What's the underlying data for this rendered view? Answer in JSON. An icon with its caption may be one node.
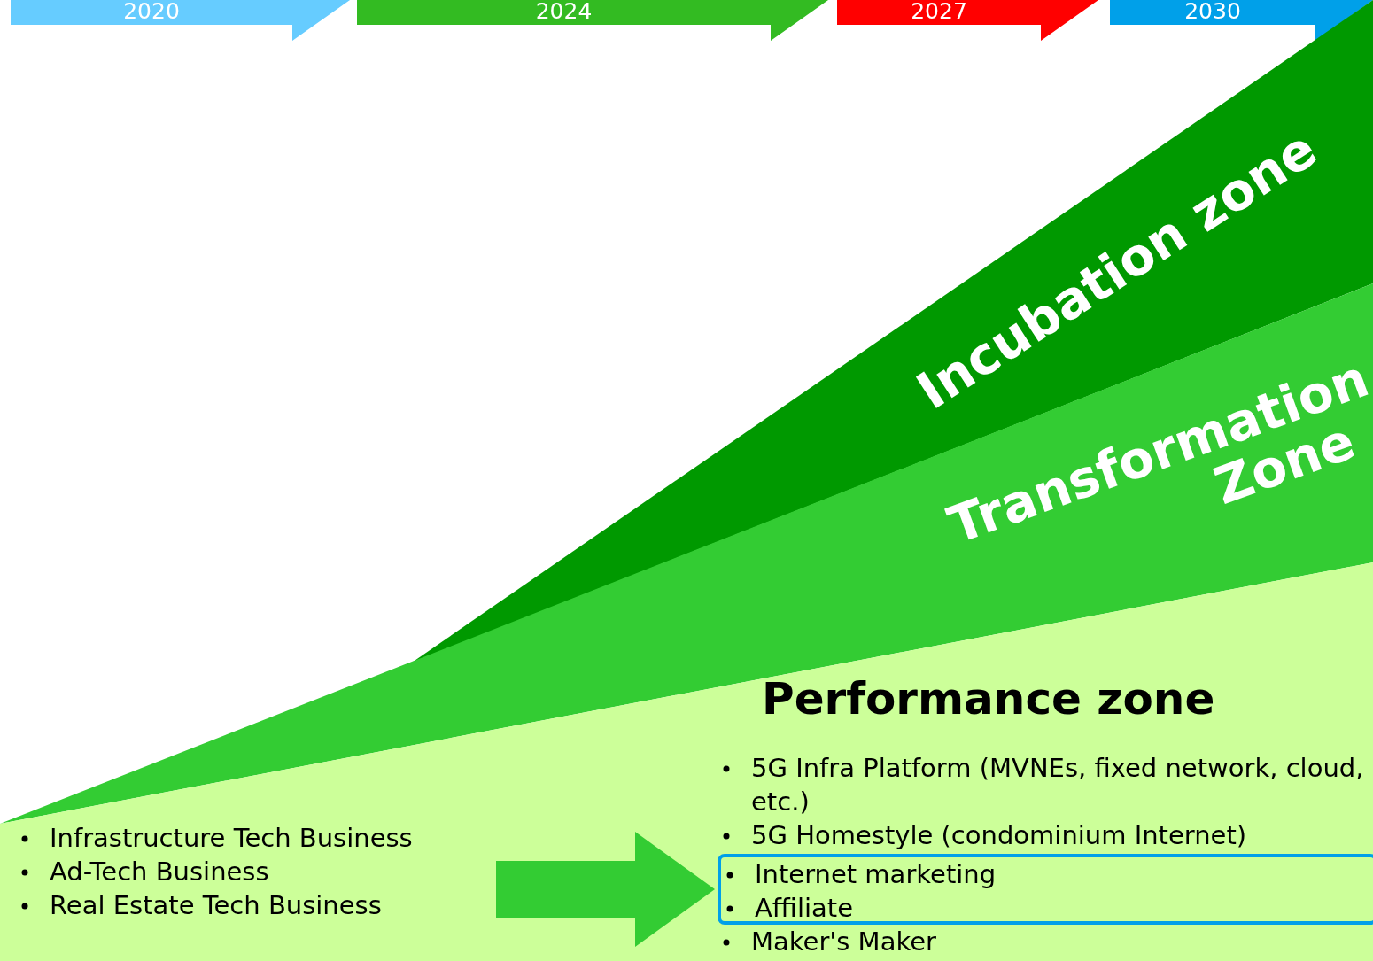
{
  "diagram": {
    "nodes": [
      {
        "text": [
          "2020"
        ]
      },
      {
        "text": [
          "2024"
        ]
      },
      {
        "text": [
          "2027"
        ]
      },
      {
        "text": [
          "2030"
        ]
      },
      {
        "text": [
          "Incubation zone"
        ]
      },
      {
        "text": [
          "Transformation Zone"
        ]
      },
      {
        "text": [
          "Performance zone"
        ]
      },
      {
        "text": [
          "Infrastructure Tech Business",
          "Ad-Tech Business",
          "Real Estate Tech Business"
        ],
        "in": 6
      },
      {
        "text": [
          "5G Infra Platform (MVNEs, fixed network, cloud, etc.)",
          "5G Homestyle (condominium Internet)",
          "Maker's Maker"
        ],
        "in": 6
      },
      {
        "text": [
          "Internet marketing",
          "Affiliate"
        ],
        "in": 8
      }
    ],
    "edges": [
      {
        "from": 7,
        "to": 9,
        "arrow": "to",
        "style": "thick",
        "color": "#33cc33"
      }
    ]
  }
}
